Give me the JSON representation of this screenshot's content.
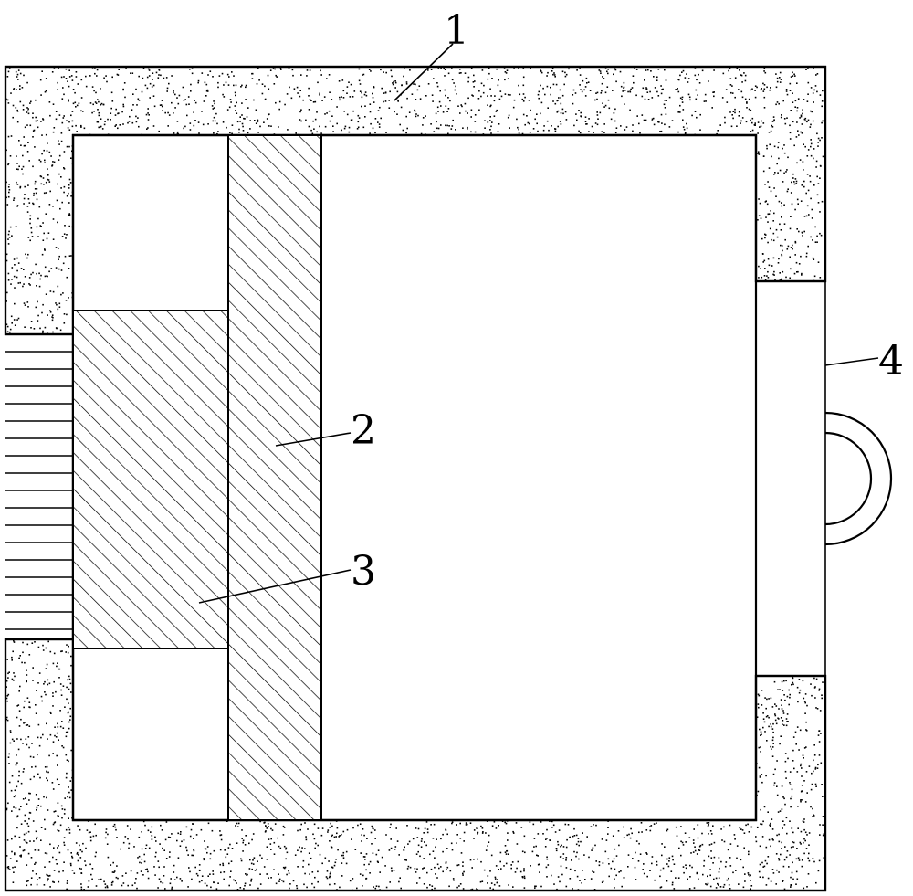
{
  "callouts": [
    {
      "id": "housing",
      "number": "1"
    },
    {
      "id": "partition-plate",
      "number": "2"
    },
    {
      "id": "block",
      "number": "3"
    },
    {
      "id": "door",
      "number": "4"
    }
  ],
  "colors": {
    "line": "#000000",
    "background": "#ffffff",
    "speckle": "#000000"
  }
}
